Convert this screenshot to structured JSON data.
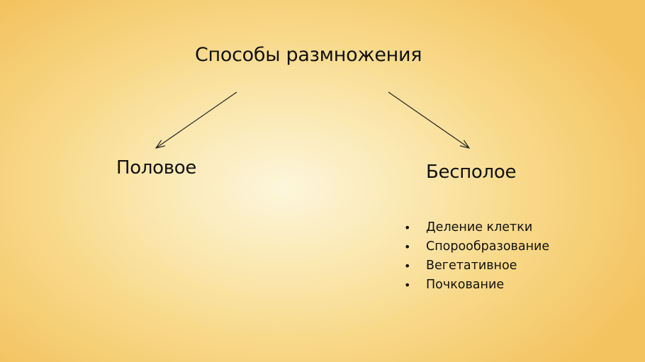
{
  "diagram": {
    "title": "Способы размножения",
    "branches": [
      {
        "label": "Половое",
        "items": []
      },
      {
        "label": "Бесполое",
        "items": [
          "Деление клетки",
          "Спорообразование",
          "Вегетативное",
          "Почкование"
        ]
      }
    ],
    "bullet": "•",
    "colors": {
      "background_center": "#fdf6dc",
      "background_edge": "#f3c360",
      "text": "#111111",
      "arrow": "#222222"
    }
  }
}
